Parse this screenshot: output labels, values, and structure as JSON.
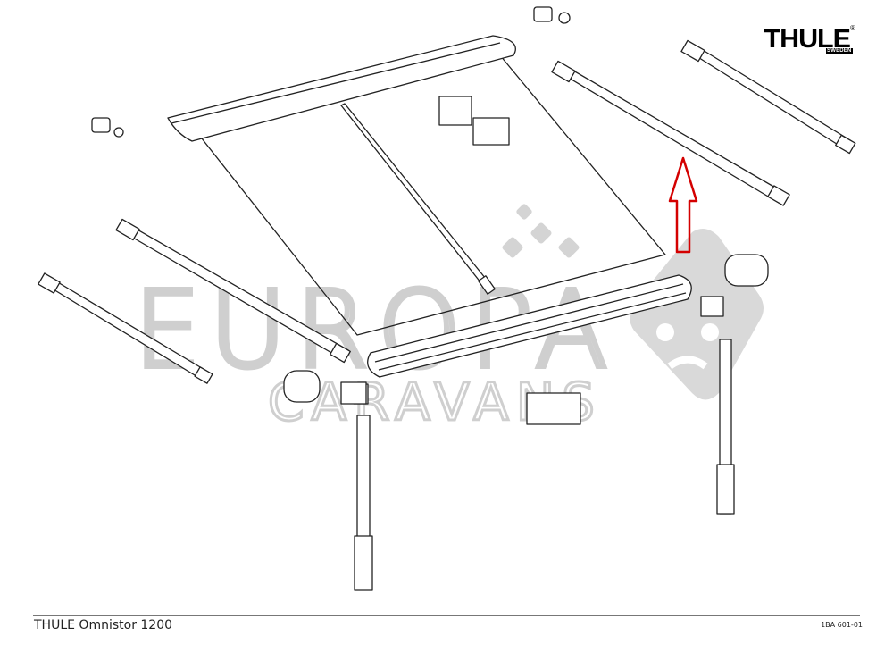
{
  "footer": {
    "title": "THULE Omnistor 1200",
    "code": "1BA 601-01"
  },
  "brand": {
    "name": "THULE",
    "subtext": "SWEDEN"
  },
  "watermark": {
    "line1": "EUROPA",
    "line2": "CARAVANS",
    "color": "#cfcfcf"
  },
  "annotation": {
    "arrow_color": "#d40000",
    "arrow_direction": "up"
  }
}
